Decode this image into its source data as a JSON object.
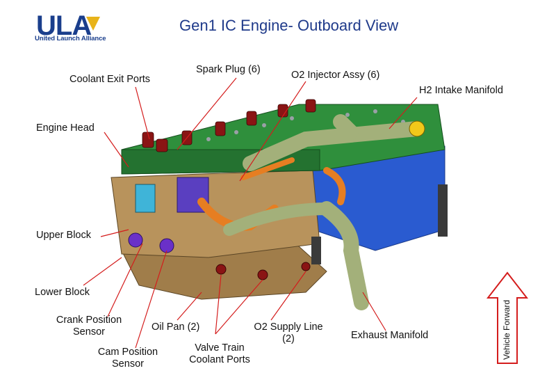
{
  "header": {
    "logo_text": "ULA",
    "logo_subtitle": "United Launch Alliance",
    "title": "Gen1 IC Engine- Outboard View"
  },
  "labels": {
    "coolant_exit_ports": "Coolant Exit Ports",
    "spark_plug": "Spark Plug (6)",
    "o2_injector": "O2 Injector Assy (6)",
    "h2_intake": "H2 Intake Manifold",
    "engine_head": "Engine Head",
    "upper_block": "Upper Block",
    "lower_block": "Lower Block",
    "crank_sensor_line1": "Crank Position",
    "crank_sensor_line2": "Sensor",
    "cam_sensor_line1": "Cam Position",
    "cam_sensor_line2": "Sensor",
    "oil_pan": "Oil Pan (2)",
    "valve_train_line1": "Valve Train",
    "valve_train_line2": "Coolant Ports",
    "o2_supply_line1": "O2 Supply Line",
    "o2_supply_line2": "(2)",
    "exhaust_manifold": "Exhaust Manifold",
    "vehicle_forward": "Vehicle Forward"
  },
  "colors": {
    "title": "#1f3a8a",
    "logo": "#1a3e8c",
    "leader_line": "#d41c1c",
    "engine_head": "#2e8b3a",
    "block": "#b08a55",
    "manifold": "#a3b07a",
    "pipe_orange": "#e67e22",
    "accent_blue": "#2e5fd6"
  }
}
